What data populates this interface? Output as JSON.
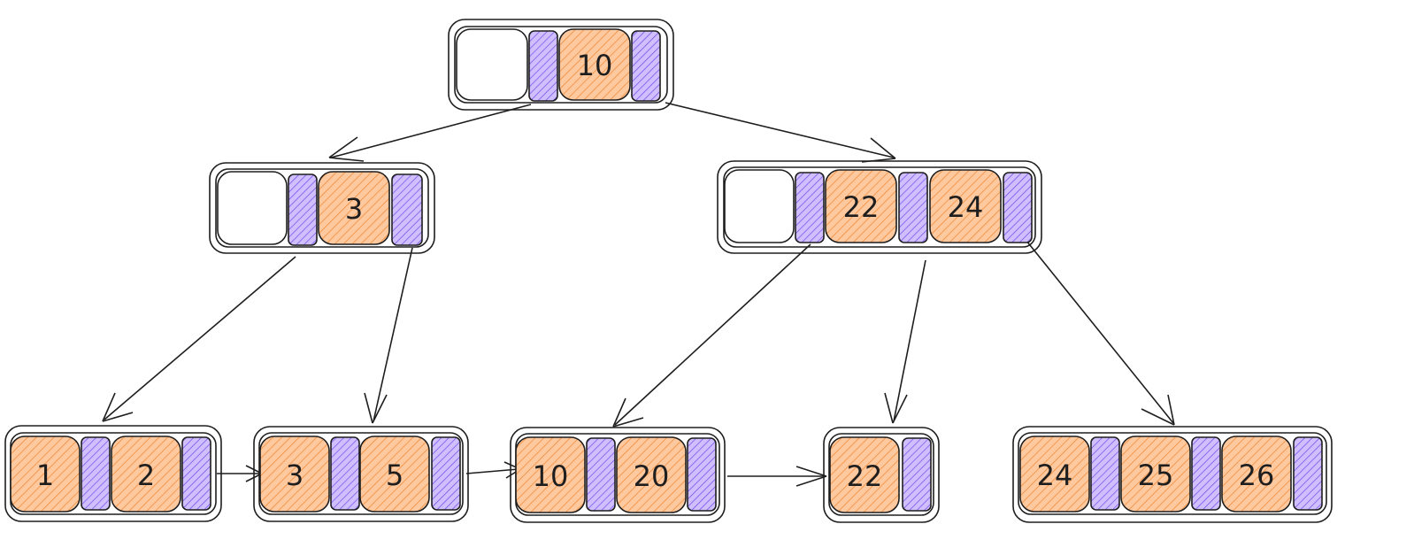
{
  "colors": {
    "ink": "#1e1e1e",
    "key_fill": "#ffc9a0",
    "key_hatch": "#f08c3a",
    "ptr_fill": "#d0bfff",
    "ptr_hatch": "#7048e8"
  },
  "tree": {
    "root": {
      "keys": [
        "10"
      ]
    },
    "internal": [
      {
        "keys": [
          "3"
        ]
      },
      {
        "keys": [
          "22",
          "24"
        ]
      }
    ],
    "leaves": [
      {
        "keys": [
          "1",
          "2"
        ]
      },
      {
        "keys": [
          "3",
          "5"
        ]
      },
      {
        "keys": [
          "10",
          "20"
        ]
      },
      {
        "keys": [
          "22"
        ]
      },
      {
        "keys": [
          "24",
          "25",
          "26"
        ]
      }
    ]
  }
}
